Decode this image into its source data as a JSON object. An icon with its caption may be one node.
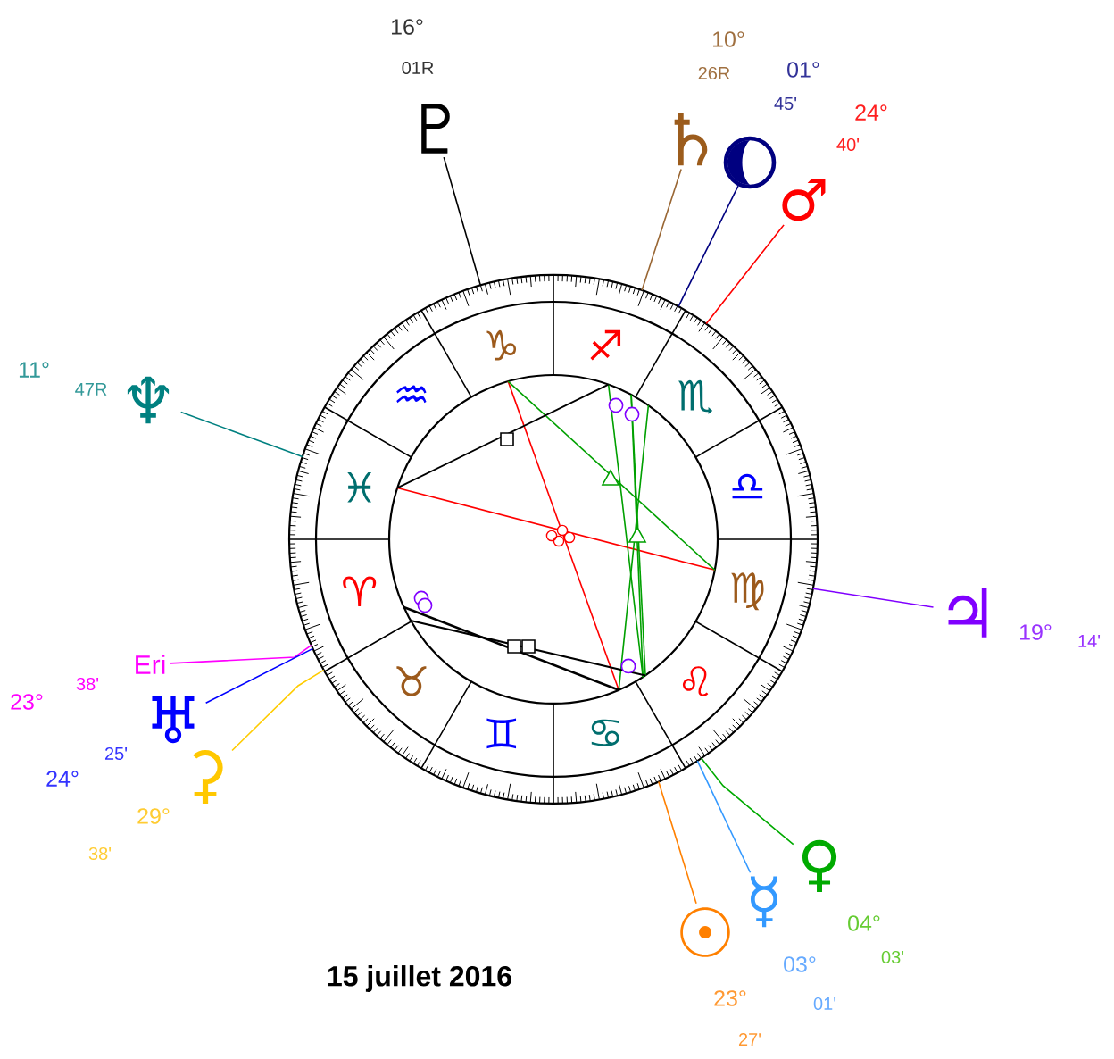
{
  "diagram": {
    "caption": "15 juillet 2016",
    "nodes": [
      {
        "text": [
          "♇"
        ],
        "beside": [
          "16°",
          "01R"
        ]
      },
      {
        "text": [
          "♄"
        ],
        "beside": [
          "10°",
          "26R"
        ]
      },
      {
        "text": [],
        "shape": "circle",
        "beside": [
          "01°",
          "45'"
        ]
      },
      {
        "text": [
          "♂"
        ],
        "beside": [
          "24°",
          "40'"
        ]
      },
      {
        "text": [
          "♆"
        ],
        "beside": [
          "11°",
          "47R"
        ]
      },
      {
        "text": [
          "♃"
        ],
        "beside": [
          "19°",
          "14'"
        ]
      },
      {
        "text": [
          "Eri"
        ],
        "beside": [
          "23°",
          "38'"
        ]
      },
      {
        "text": [
          "♅"
        ],
        "beside": [
          "24°",
          "25'"
        ]
      },
      {
        "text": [
          "⚳"
        ],
        "beside": [
          "29°",
          "38'"
        ]
      },
      {
        "text": [
          "♀"
        ],
        "beside": [
          "04°",
          "03'"
        ]
      },
      {
        "text": [
          "☿"
        ],
        "beside": [
          "03°",
          "01'"
        ]
      },
      {
        "text": [
          "☉"
        ],
        "beside": [
          "23°",
          "27'"
        ]
      }
    ],
    "edges": [
      {
        "from": 0,
        "to": null,
        "arrow": "none",
        "color": "#000000"
      },
      {
        "from": 1,
        "to": null,
        "arrow": "none",
        "color": "#996633"
      },
      {
        "from": 2,
        "to": null,
        "arrow": "none",
        "color": "#000080"
      },
      {
        "from": 3,
        "to": null,
        "arrow": "none",
        "color": "#ff0000"
      },
      {
        "from": 4,
        "to": null,
        "arrow": "none",
        "color": "#008080"
      },
      {
        "from": 5,
        "to": null,
        "arrow": "none",
        "color": "#8000ff"
      },
      {
        "from": 6,
        "to": null,
        "arrow": "none",
        "color": "#ff00ff"
      },
      {
        "from": 7,
        "to": null,
        "arrow": "none",
        "color": "#0000ff"
      },
      {
        "from": 8,
        "to": null,
        "arrow": "none",
        "color": "#ffcc00"
      },
      {
        "from": 9,
        "to": null,
        "arrow": "none",
        "color": "#00aa00"
      },
      {
        "from": 10,
        "to": null,
        "arrow": "none",
        "color": "#3399ff"
      },
      {
        "from": 11,
        "to": null,
        "arrow": "none",
        "color": "#ff8000"
      }
    ],
    "labels": [
      "♑",
      "♐",
      "♒",
      "♏",
      "♓",
      "♎",
      "♈",
      "♍",
      "♉",
      "♌",
      "♊",
      "♋"
    ]
  }
}
